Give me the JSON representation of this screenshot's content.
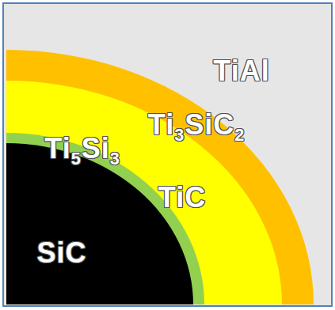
{
  "diagram": {
    "nodes": [
      {
        "text": [
          "TiAl"
        ]
      },
      {
        "text": [
          "Ti3SiC2"
        ],
        "in": 0
      },
      {
        "text": [
          "TiC"
        ],
        "in": 1
      },
      {
        "text": [
          "Ti5Si3"
        ],
        "in": 2
      },
      {
        "text": [
          "SiC"
        ],
        "in": 3
      }
    ]
  }
}
